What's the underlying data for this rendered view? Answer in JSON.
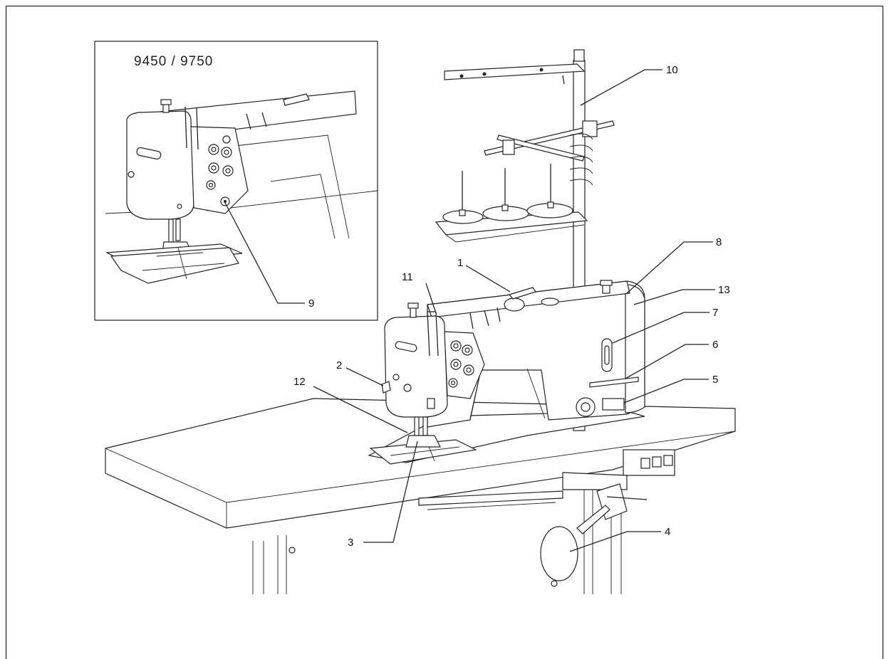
{
  "inset": {
    "title": "9450 / 9750"
  },
  "labels": [
    {
      "id": "1",
      "text": "1"
    },
    {
      "id": "2",
      "text": "2"
    },
    {
      "id": "3",
      "text": "3"
    },
    {
      "id": "4",
      "text": "4"
    },
    {
      "id": "5",
      "text": "5"
    },
    {
      "id": "6",
      "text": "6"
    },
    {
      "id": "7",
      "text": "7"
    },
    {
      "id": "8",
      "text": "8"
    },
    {
      "id": "9",
      "text": "9"
    },
    {
      "id": "10",
      "text": "10"
    },
    {
      "id": "11",
      "text": "11"
    },
    {
      "id": "12",
      "text": "12"
    },
    {
      "id": "13",
      "text": "13"
    }
  ]
}
